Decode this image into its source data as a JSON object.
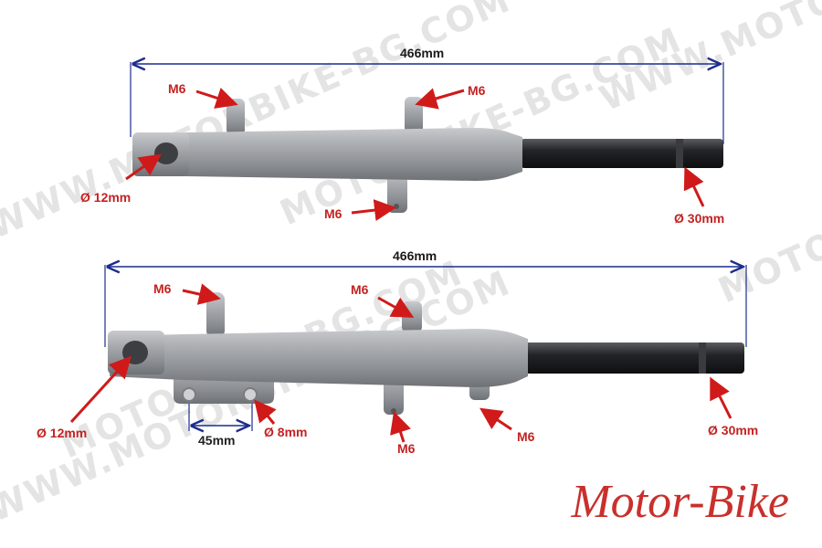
{
  "watermark": {
    "text_1": "WWW.MOTORBIKE-BG.COM",
    "text_2": "MOTORBIKE-BG.COM",
    "text_3": "WWW.MOTORBIKE-BG.COM",
    "text_4": "MOTORBIKE-BG.COM",
    "text_5": "WWW.MOTORBIKE-BG.COM",
    "text_6": "MOTORBIKE-BG.COM"
  },
  "top_fork": {
    "length": "466mm",
    "mount_left": "M6",
    "mount_right": "M6",
    "mount_bottom": "M6",
    "bore": "Ø 12mm",
    "tube": "Ø 30mm"
  },
  "bottom_fork": {
    "length": "466mm",
    "mount_top_left": "M6",
    "mount_top_mid": "M6",
    "bore": "Ø 12mm",
    "spacing": "45mm",
    "hole": "Ø 8mm",
    "mount_bottom_mid": "M6",
    "mount_bottom_right": "M6",
    "tube": "Ø 30mm"
  },
  "brand": "Motor-Bike",
  "colors": {
    "dimension_line": "#1c2d8c",
    "label_red": "#c42222",
    "arrow_red": "#d01a1a",
    "fork_metal": "#9a9da1",
    "tube_black": "#202124",
    "brand_red": "#c9302c"
  }
}
